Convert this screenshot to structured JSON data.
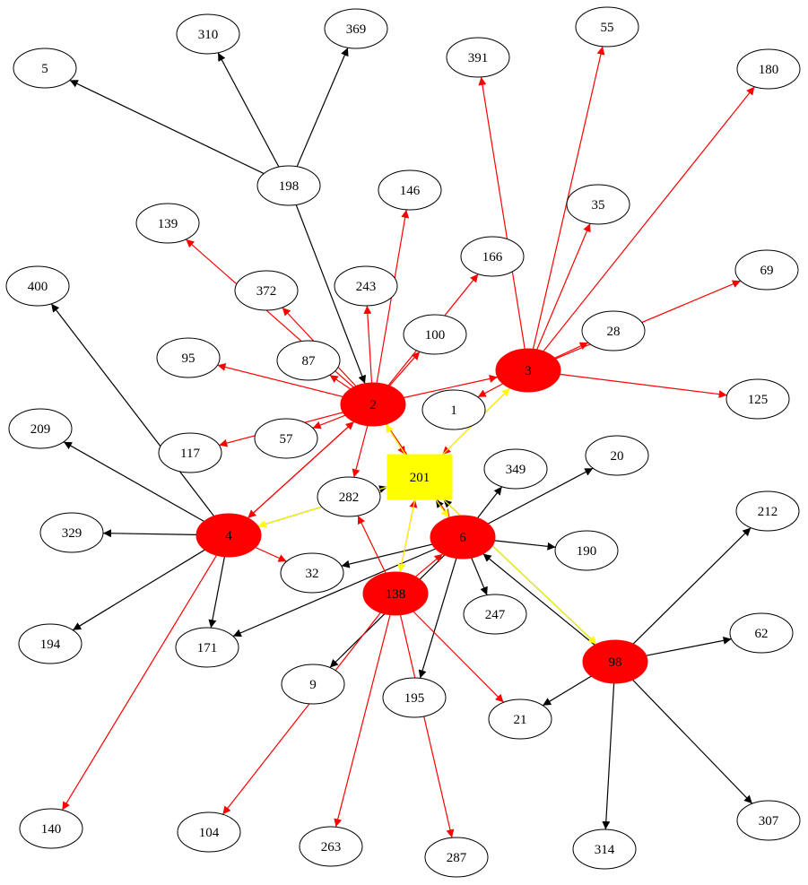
{
  "graph": {
    "colors": {
      "black_edge": "#000000",
      "red_edge": "#ff0000",
      "yellow_edge": "#ffff00",
      "highlight_fill": "#ff0000",
      "target_fill": "#ffff00",
      "default_fill": "#ffffff",
      "outline": "#000000"
    },
    "nodes": [
      {
        "id": "5",
        "label": "5",
        "style": "default"
      },
      {
        "id": "310",
        "label": "310",
        "style": "default"
      },
      {
        "id": "369",
        "label": "369",
        "style": "default"
      },
      {
        "id": "391",
        "label": "391",
        "style": "default"
      },
      {
        "id": "55",
        "label": "55",
        "style": "default"
      },
      {
        "id": "180",
        "label": "180",
        "style": "default"
      },
      {
        "id": "198",
        "label": "198",
        "style": "default"
      },
      {
        "id": "146",
        "label": "146",
        "style": "default"
      },
      {
        "id": "35",
        "label": "35",
        "style": "default"
      },
      {
        "id": "139",
        "label": "139",
        "style": "default"
      },
      {
        "id": "166",
        "label": "166",
        "style": "default"
      },
      {
        "id": "69",
        "label": "69",
        "style": "default"
      },
      {
        "id": "400",
        "label": "400",
        "style": "default"
      },
      {
        "id": "372",
        "label": "372",
        "style": "default"
      },
      {
        "id": "243",
        "label": "243",
        "style": "default"
      },
      {
        "id": "100",
        "label": "100",
        "style": "default"
      },
      {
        "id": "28",
        "label": "28",
        "style": "default"
      },
      {
        "id": "95",
        "label": "95",
        "style": "default"
      },
      {
        "id": "87",
        "label": "87",
        "style": "default"
      },
      {
        "id": "3",
        "label": "3",
        "style": "highlight"
      },
      {
        "id": "125",
        "label": "125",
        "style": "default"
      },
      {
        "id": "2",
        "label": "2",
        "style": "highlight"
      },
      {
        "id": "1",
        "label": "1",
        "style": "default"
      },
      {
        "id": "209",
        "label": "209",
        "style": "default"
      },
      {
        "id": "57",
        "label": "57",
        "style": "default"
      },
      {
        "id": "117",
        "label": "117",
        "style": "default"
      },
      {
        "id": "201",
        "label": "201",
        "style": "target"
      },
      {
        "id": "349",
        "label": "349",
        "style": "default"
      },
      {
        "id": "20",
        "label": "20",
        "style": "default"
      },
      {
        "id": "282",
        "label": "282",
        "style": "default"
      },
      {
        "id": "212",
        "label": "212",
        "style": "default"
      },
      {
        "id": "329",
        "label": "329",
        "style": "default"
      },
      {
        "id": "4",
        "label": "4",
        "style": "highlight"
      },
      {
        "id": "6",
        "label": "6",
        "style": "highlight"
      },
      {
        "id": "190",
        "label": "190",
        "style": "default"
      },
      {
        "id": "32",
        "label": "32",
        "style": "default"
      },
      {
        "id": "138",
        "label": "138",
        "style": "highlight"
      },
      {
        "id": "247",
        "label": "247",
        "style": "default"
      },
      {
        "id": "62",
        "label": "62",
        "style": "default"
      },
      {
        "id": "194",
        "label": "194",
        "style": "default"
      },
      {
        "id": "171",
        "label": "171",
        "style": "default"
      },
      {
        "id": "98",
        "label": "98",
        "style": "highlight"
      },
      {
        "id": "9",
        "label": "9",
        "style": "default"
      },
      {
        "id": "195",
        "label": "195",
        "style": "default"
      },
      {
        "id": "21",
        "label": "21",
        "style": "default"
      },
      {
        "id": "307",
        "label": "307",
        "style": "default"
      },
      {
        "id": "140",
        "label": "140",
        "style": "default"
      },
      {
        "id": "104",
        "label": "104",
        "style": "default"
      },
      {
        "id": "263",
        "label": "263",
        "style": "default"
      },
      {
        "id": "287",
        "label": "287",
        "style": "default"
      },
      {
        "id": "314",
        "label": "314",
        "style": "default"
      }
    ],
    "edges": [
      {
        "from": "198",
        "to": "5",
        "color": "black"
      },
      {
        "from": "198",
        "to": "310",
        "color": "black"
      },
      {
        "from": "198",
        "to": "369",
        "color": "black"
      },
      {
        "from": "198",
        "to": "2",
        "color": "black"
      },
      {
        "from": "3",
        "to": "391",
        "color": "red"
      },
      {
        "from": "3",
        "to": "55",
        "color": "red"
      },
      {
        "from": "3",
        "to": "180",
        "color": "red"
      },
      {
        "from": "3",
        "to": "35",
        "color": "red"
      },
      {
        "from": "3",
        "to": "69",
        "color": "red"
      },
      {
        "from": "3",
        "to": "28",
        "color": "red"
      },
      {
        "from": "3",
        "to": "125",
        "color": "red"
      },
      {
        "from": "3",
        "to": "1",
        "color": "red"
      },
      {
        "from": "3",
        "to": "201",
        "color": "red"
      },
      {
        "from": "201",
        "to": "3",
        "color": "yellow"
      },
      {
        "from": "2",
        "to": "146",
        "color": "red"
      },
      {
        "from": "2",
        "to": "166",
        "color": "red"
      },
      {
        "from": "2",
        "to": "139",
        "color": "red"
      },
      {
        "from": "2",
        "to": "372",
        "color": "red"
      },
      {
        "from": "2",
        "to": "243",
        "color": "red"
      },
      {
        "from": "2",
        "to": "100",
        "color": "red"
      },
      {
        "from": "2",
        "to": "95",
        "color": "red"
      },
      {
        "from": "2",
        "to": "87",
        "color": "red"
      },
      {
        "from": "2",
        "to": "3",
        "color": "red"
      },
      {
        "from": "2",
        "to": "57",
        "color": "red"
      },
      {
        "from": "2",
        "to": "117",
        "color": "red"
      },
      {
        "from": "2",
        "to": "282",
        "color": "red"
      },
      {
        "from": "2",
        "to": "4",
        "color": "red"
      },
      {
        "from": "2",
        "to": "6",
        "color": "red"
      },
      {
        "from": "2",
        "to": "201",
        "color": "red"
      },
      {
        "from": "201",
        "to": "2",
        "color": "yellow"
      },
      {
        "from": "4",
        "to": "400",
        "color": "black"
      },
      {
        "from": "4",
        "to": "209",
        "color": "black"
      },
      {
        "from": "4",
        "to": "329",
        "color": "black"
      },
      {
        "from": "4",
        "to": "194",
        "color": "black"
      },
      {
        "from": "4",
        "to": "171",
        "color": "black"
      },
      {
        "from": "4",
        "to": "2",
        "color": "red"
      },
      {
        "from": "4",
        "to": "32",
        "color": "red"
      },
      {
        "from": "4",
        "to": "140",
        "color": "red"
      },
      {
        "from": "4",
        "to": "201",
        "color": "black"
      },
      {
        "from": "201",
        "to": "4",
        "color": "yellow"
      },
      {
        "from": "6",
        "to": "349",
        "color": "black"
      },
      {
        "from": "6",
        "to": "20",
        "color": "black"
      },
      {
        "from": "6",
        "to": "190",
        "color": "black"
      },
      {
        "from": "6",
        "to": "32",
        "color": "black"
      },
      {
        "from": "6",
        "to": "247",
        "color": "black"
      },
      {
        "from": "6",
        "to": "171",
        "color": "black"
      },
      {
        "from": "6",
        "to": "9",
        "color": "black"
      },
      {
        "from": "6",
        "to": "195",
        "color": "black"
      },
      {
        "from": "6",
        "to": "201",
        "color": "black"
      },
      {
        "from": "201",
        "to": "6",
        "color": "yellow"
      },
      {
        "from": "138",
        "to": "282",
        "color": "red"
      },
      {
        "from": "138",
        "to": "6",
        "color": "red"
      },
      {
        "from": "138",
        "to": "21",
        "color": "red"
      },
      {
        "from": "138",
        "to": "104",
        "color": "red"
      },
      {
        "from": "138",
        "to": "263",
        "color": "red"
      },
      {
        "from": "138",
        "to": "287",
        "color": "red"
      },
      {
        "from": "138",
        "to": "201",
        "color": "red"
      },
      {
        "from": "201",
        "to": "138",
        "color": "yellow"
      },
      {
        "from": "98",
        "to": "212",
        "color": "black"
      },
      {
        "from": "98",
        "to": "62",
        "color": "black"
      },
      {
        "from": "98",
        "to": "21",
        "color": "black"
      },
      {
        "from": "98",
        "to": "307",
        "color": "black"
      },
      {
        "from": "98",
        "to": "314",
        "color": "black"
      },
      {
        "from": "98",
        "to": "6",
        "color": "black"
      },
      {
        "from": "98",
        "to": "201",
        "color": "black"
      },
      {
        "from": "201",
        "to": "98",
        "color": "yellow"
      }
    ]
  }
}
